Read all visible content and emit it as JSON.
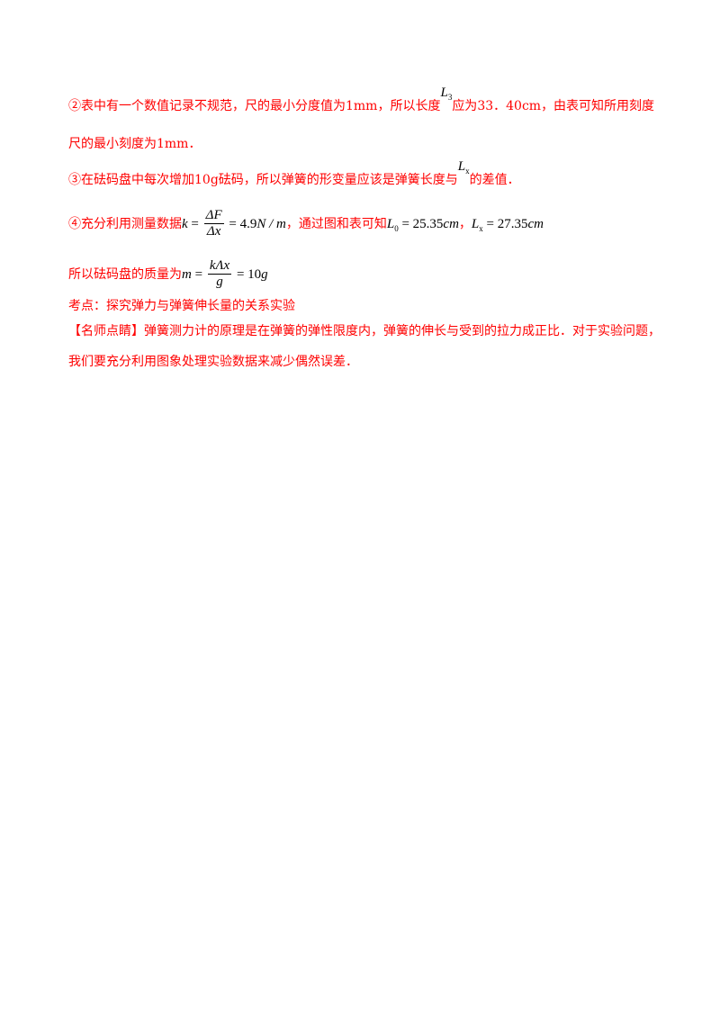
{
  "p2": {
    "a": "②表中有一个数值记录不规范，尺的最小分度值为",
    "a2": "1mm",
    "a3": "，所以长度",
    "var": "L",
    "var_sub": "3",
    "b": "应为",
    "b2": "33．40cm",
    "b3": "，由表可知所用刻度",
    "line2a": "尺的最小刻度为",
    "line2b": "1mm",
    "line2c": "．"
  },
  "p3": {
    "a": "③在砝码盘中每次增加",
    "a2": "10g",
    "a3": "砝码，所以弹簧的形变量应该是弹簧长度与",
    "var": "L",
    "var_sub": "x",
    "b": "的差值．"
  },
  "p4": {
    "a": "④充分利用测量数据",
    "k": "k",
    "eq": " = ",
    "num": "ΔF",
    "den": "Δx",
    "val": " = 4.9",
    "unit": "N / m",
    "b": "，通过图和表可知",
    "L0": "L",
    "L0_sub": "0",
    "L0_val": " = 25.35",
    "L0_unit": "cm",
    "comma": "，",
    "Lx": "L",
    "Lx_sub": "x",
    "Lx_val": " = 27.35",
    "Lx_unit": "cm"
  },
  "p5": {
    "a": "所以砝码盘的质量为",
    "m": "m",
    "eq": " = ",
    "num": "kΛx",
    "den": "g",
    "val": " = 10",
    "unit": "g"
  },
  "kaodian": "考点：探究弹力与弹簧伸长量的关系实验",
  "tip": {
    "label": "【名师点睛】",
    "line1": "弹簧测力计的原理是在弹簧的弹性限度内，弹簧的伸长与受到的拉力成正比．对于实验问题，",
    "line2": "我们要充分利用图象处理实验数据来减少偶然误差．"
  },
  "colors": {
    "text": "#ff0000",
    "math": "#000000",
    "background": "#ffffff"
  }
}
